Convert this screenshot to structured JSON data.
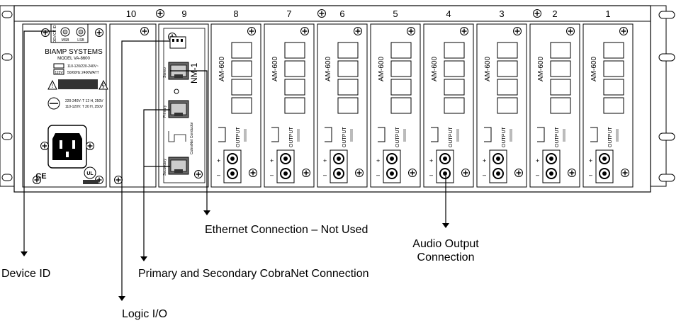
{
  "slot_numbers": [
    "10",
    "9",
    "8",
    "7",
    "6",
    "5",
    "4",
    "3",
    "2",
    "1"
  ],
  "device": {
    "brand": "BIAMP SYSTEMS",
    "model": "MODEL VA-8600",
    "voltage_select": "115V",
    "voltage_range": "110-120/220-240V~",
    "power_rating": "50/60Hz  2400WATT",
    "fuse_line1": "220-240V: T 12 H, 250V",
    "fuse_line2": "110-120V: T 20 H, 250V",
    "device_id_label": "DEVICE ID",
    "msb": "MSB",
    "lsb": "LSB",
    "ce_mark": "CE",
    "ul_mark": "UL"
  },
  "module_label": "AM-600",
  "output_label": "OUTPUT",
  "network_card": {
    "nm_label": "NM-1",
    "stereo_port": "Stereo",
    "primary_port": "Primary",
    "secondary_port": "Secondary",
    "cobranet_label": "CobraNet Conductor"
  },
  "callouts": {
    "device_id": "Device ID",
    "logic_io": "Logic I/O",
    "cobranet": "Primary and Secondary CobraNet Connection",
    "ethernet": "Ethernet Connection – Not Used",
    "audio_output_line1": "Audio Output",
    "audio_output_line2": "Connection"
  }
}
